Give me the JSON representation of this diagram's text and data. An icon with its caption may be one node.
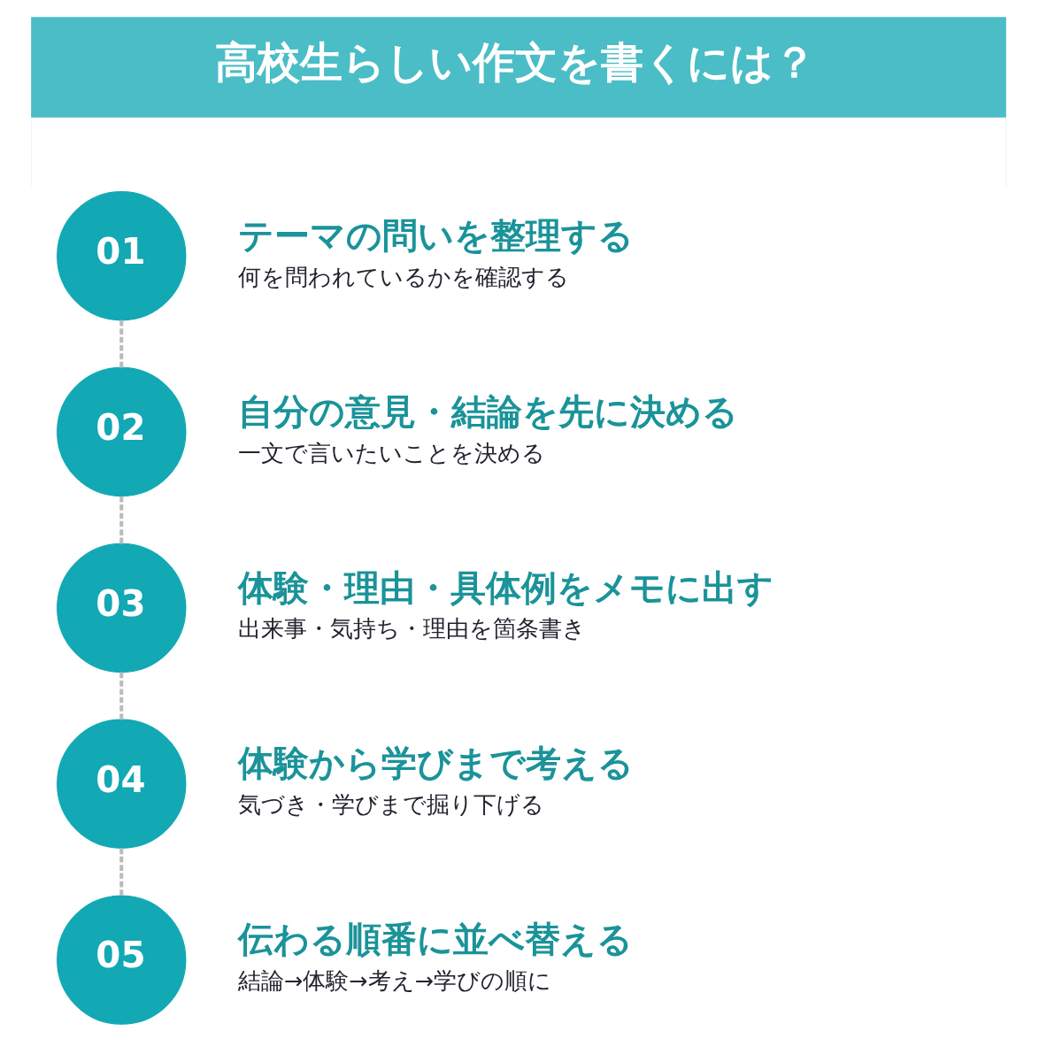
{
  "diagram": {
    "title": "高校生らしい作文を書くには？",
    "nodes": [
      {
        "text": [
          "01"
        ],
        "beside": [
          "テーマの問いを整理する",
          "何を問われているかを確認する"
        ]
      },
      {
        "text": [
          "02"
        ],
        "beside": [
          "自分の意見・結論を先に決める",
          "一文で言いたいことを決める"
        ]
      },
      {
        "text": [
          "03"
        ],
        "beside": [
          "体験・理由・具体例をメモに出す",
          "出来事・気持ち・理由を箇条書き"
        ]
      },
      {
        "text": [
          "04"
        ],
        "beside": [
          "体験から学びまで考える",
          "気づき・学びまで掘り下げる"
        ]
      },
      {
        "text": [
          "05"
        ],
        "beside": [
          "伝わる順番に並べ替える",
          "結論→体験→考え→学びの順に"
        ]
      }
    ],
    "edges": [
      {
        "from": 0,
        "to": 1,
        "arrow": "none",
        "style": "dashed"
      },
      {
        "from": 1,
        "to": 2,
        "arrow": "none",
        "style": "dashed"
      },
      {
        "from": 2,
        "to": 3,
        "arrow": "none",
        "style": "dashed"
      },
      {
        "from": 3,
        "to": 4,
        "arrow": "none",
        "style": "dashed"
      }
    ]
  }
}
